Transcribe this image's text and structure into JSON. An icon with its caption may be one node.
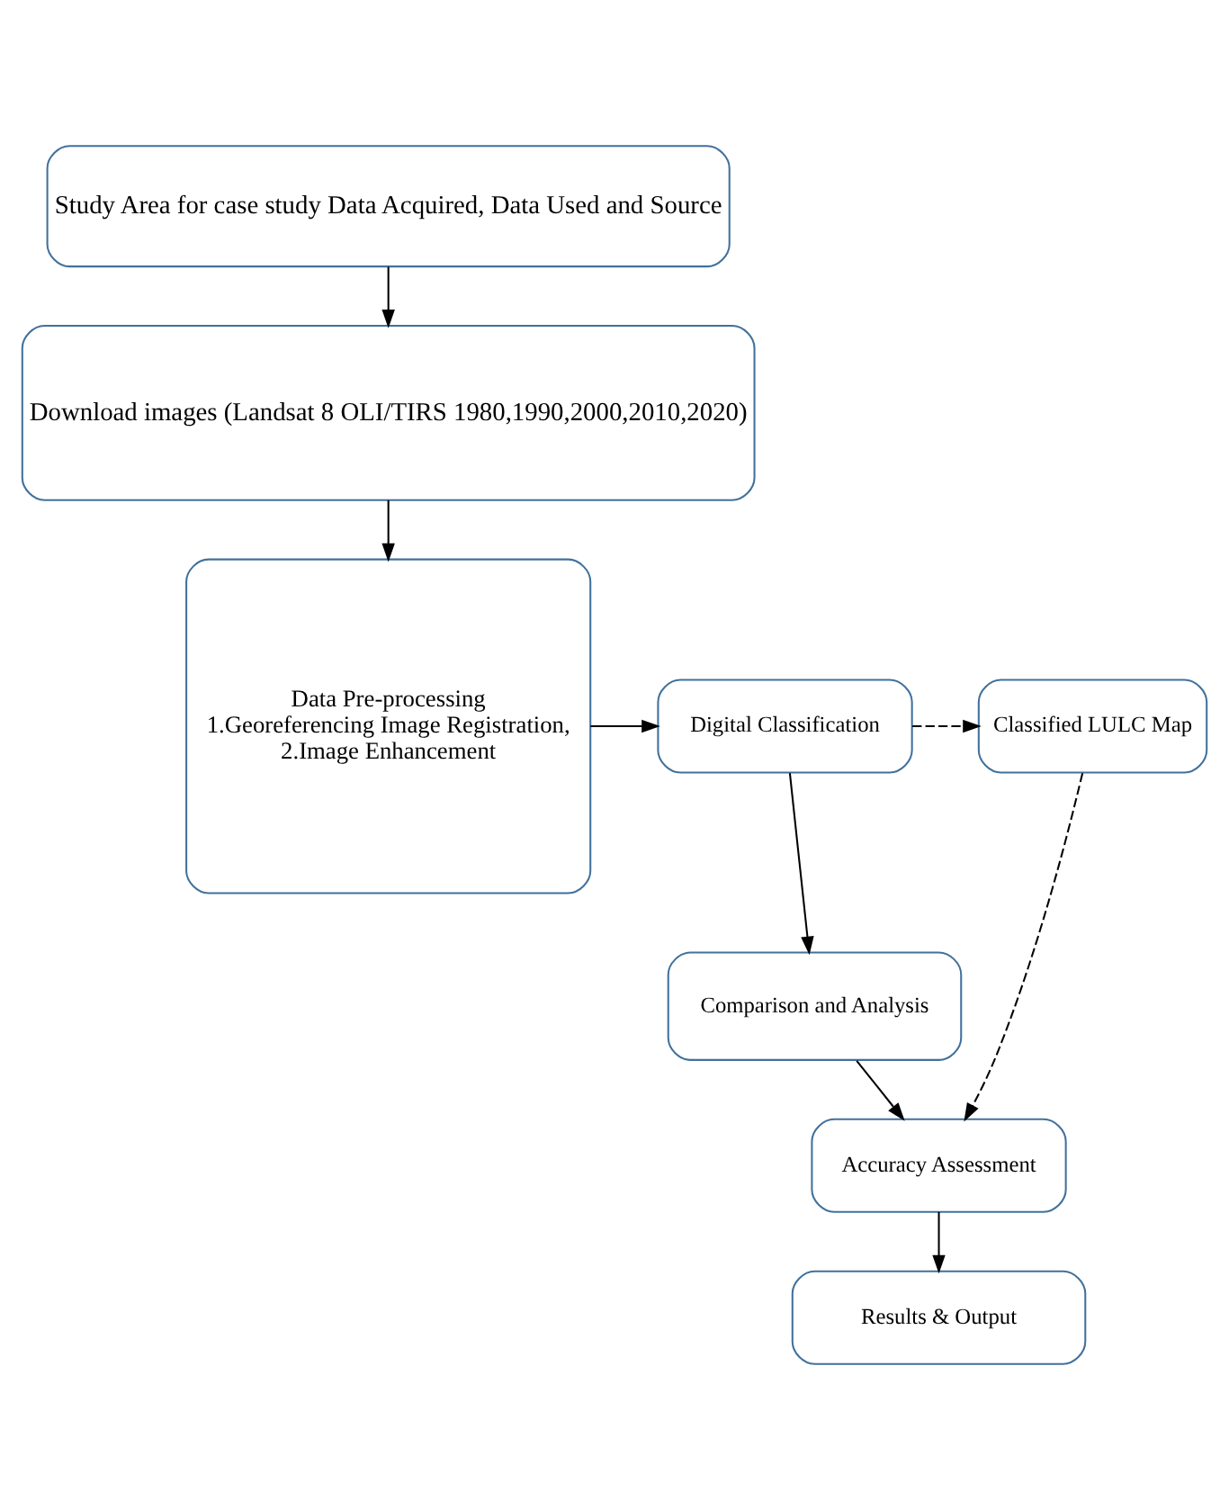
{
  "diagram": {
    "nodes": [
      {
        "text": [
          "Study Area for case study Data Acquired, Data Used and Source"
        ]
      },
      {
        "text": [
          "Download images (Landsat 8 OLI/TIRS 1980,1990,2000,2010,2020)"
        ]
      },
      {
        "text": [
          "Data Pre-processing",
          "1.Georeferencing Image Registration,",
          "2.Image Enhancement"
        ]
      },
      {
        "text": [
          "Digital Classification"
        ]
      },
      {
        "text": [
          "Classified LULC Map"
        ]
      },
      {
        "text": [
          "Comparison and Analysis"
        ]
      },
      {
        "text": [
          "Accuracy Assessment"
        ]
      },
      {
        "text": [
          "Results & Output"
        ]
      }
    ],
    "edges": [
      {
        "from": 0,
        "to": 1,
        "arrow": "to"
      },
      {
        "from": 1,
        "to": 2,
        "arrow": "to"
      },
      {
        "from": 2,
        "to": 3,
        "arrow": "to"
      },
      {
        "from": 3,
        "to": 4,
        "arrow": "to",
        "style": "dashed"
      },
      {
        "from": 3,
        "to": 5,
        "arrow": "to"
      },
      {
        "from": 5,
        "to": 6,
        "arrow": "to"
      },
      {
        "from": 4,
        "to": 6,
        "arrow": "to",
        "style": "dashed"
      },
      {
        "from": 6,
        "to": 7,
        "arrow": "to"
      }
    ]
  }
}
